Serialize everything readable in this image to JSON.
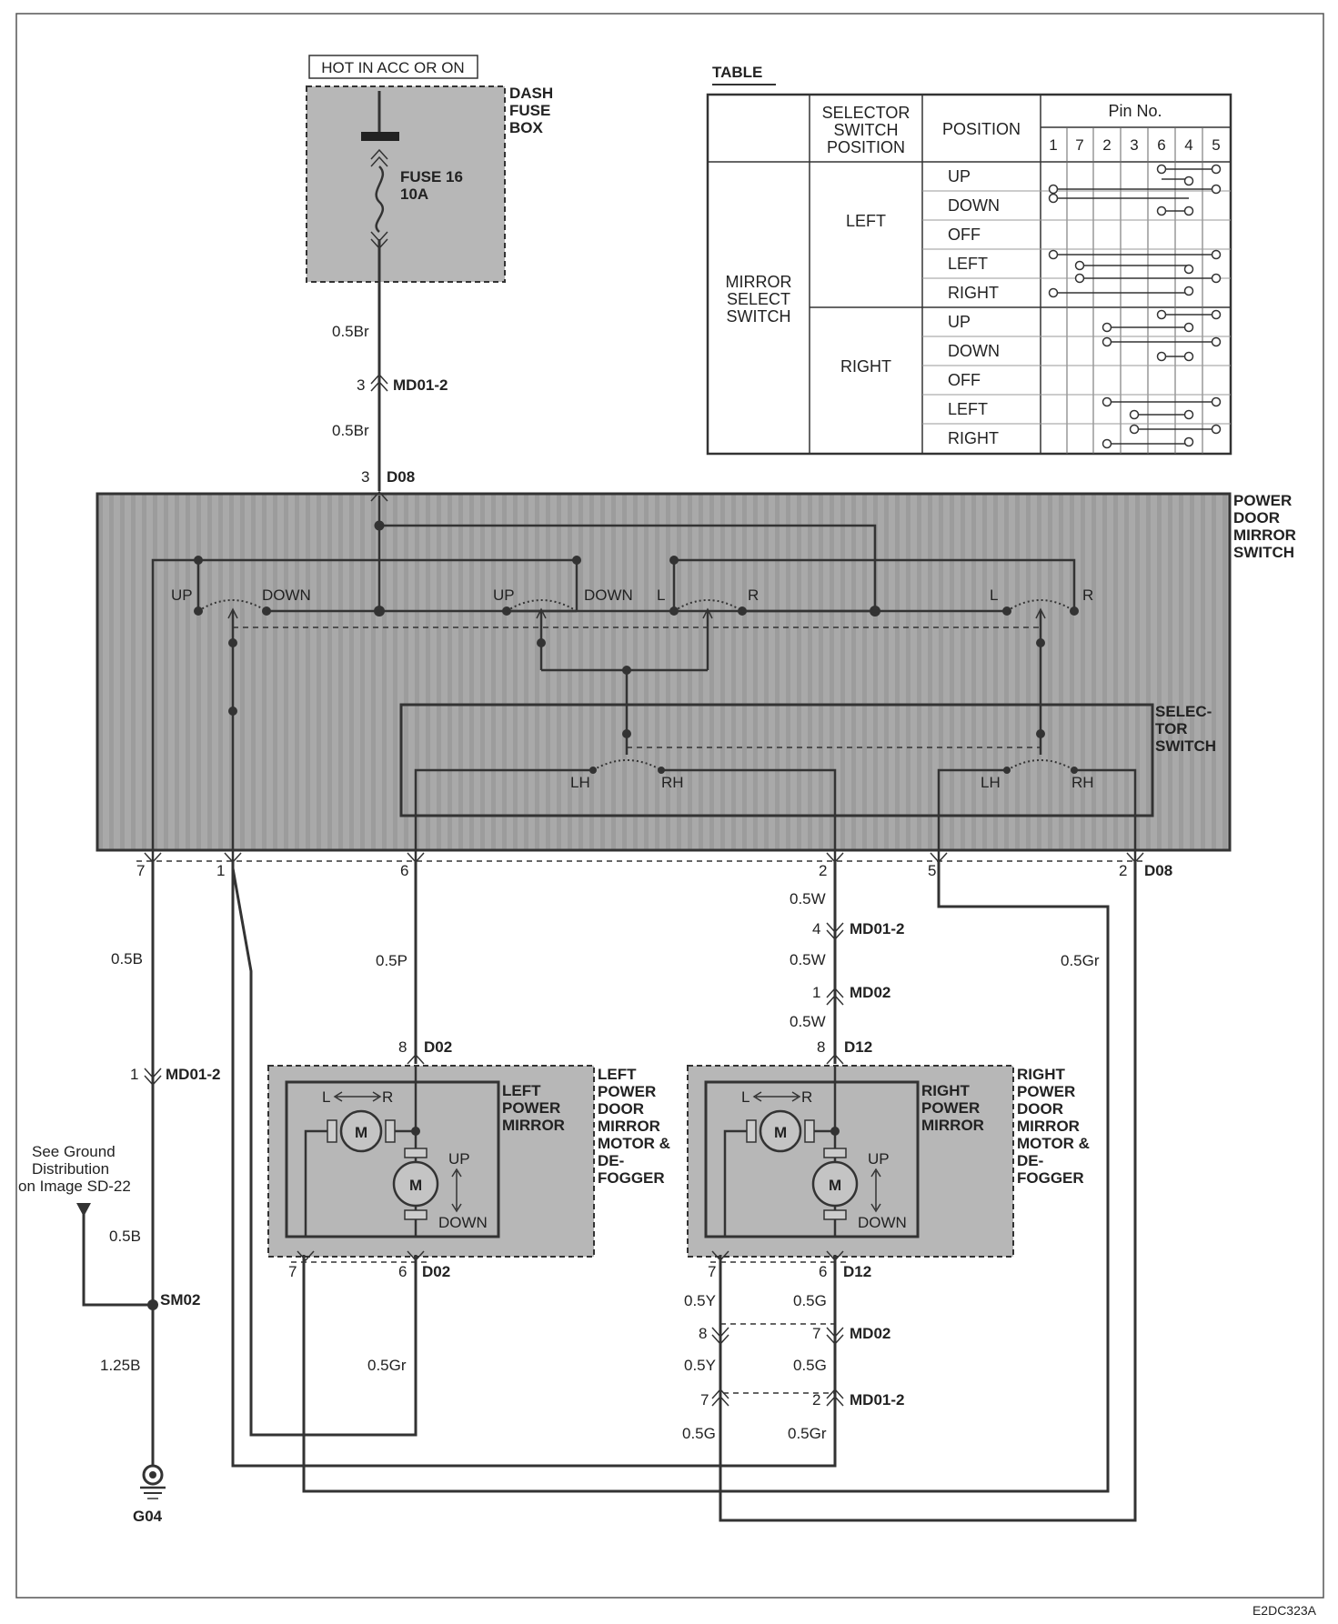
{
  "fuse_box": {
    "supply_label": "HOT IN ACC OR ON",
    "name_lines": [
      "DASH",
      "FUSE",
      "BOX"
    ],
    "fuse_lines": [
      "FUSE 16",
      "10A"
    ]
  },
  "table": {
    "title": "TABLE",
    "headers": {
      "selector": [
        "SELECTOR",
        "SWITCH",
        "POSITION"
      ],
      "position": "POSITION",
      "pin_no": "Pin No."
    },
    "pin_columns": [
      "1",
      "7",
      "2",
      "3",
      "6",
      "4",
      "5"
    ],
    "row_group_label": [
      "MIRROR",
      "SELECT",
      "SWITCH"
    ],
    "selector_groups": [
      "LEFT",
      "RIGHT"
    ],
    "positions": [
      "UP",
      "DOWN",
      "OFF",
      "LEFT",
      "RIGHT",
      "UP",
      "DOWN",
      "OFF",
      "LEFT",
      "RIGHT"
    ]
  },
  "power_door_mirror_switch": {
    "name_lines": [
      "POWER",
      "DOOR",
      "MIRROR",
      "SWITCH"
    ],
    "selector_lines": [
      "SELEC-",
      "TOR",
      "SWITCH"
    ],
    "contacts": {
      "up1": "UP",
      "down1": "DOWN",
      "up2": "UP",
      "down2": "DOWN",
      "l1": "L",
      "r1": "R",
      "l2": "L",
      "r2": "R",
      "lh1": "LH",
      "rh1": "RH",
      "lh2": "LH",
      "rh2": "RH"
    }
  },
  "connectors": {
    "md01_2_top": {
      "pin": "3",
      "name": "MD01-2"
    },
    "d08_top": {
      "pin": "3",
      "name": "D08"
    },
    "d08_bottom": {
      "pins": [
        "7",
        "1",
        "6",
        "2",
        "5",
        "2"
      ],
      "name": "D08"
    },
    "md01_2_a": {
      "pin": "4",
      "name": "MD01-2"
    },
    "md02_a": {
      "pin": "1",
      "name": "MD02"
    },
    "d12_top": {
      "pin": "8",
      "name": "D12"
    },
    "d02_top": {
      "pin": "8",
      "name": "D02"
    },
    "md01_2_left": {
      "pin": "1",
      "name": "MD01-2"
    },
    "d02_bottom": {
      "pin_a": "7",
      "pin_b": "6",
      "name": "D02"
    },
    "d12_bottom": {
      "pin_a": "7",
      "pin_b": "6",
      "name": "D12"
    },
    "md02_b": {
      "pin_a": "8",
      "pin_b": "7",
      "name": "MD02"
    },
    "md01_2_b": {
      "pin_a": "7",
      "pin_b": "2",
      "name": "MD01-2"
    }
  },
  "wires": {
    "br1": "0.5Br",
    "br2": "0.5Br",
    "b1": "0.5B",
    "b2": "0.5B",
    "b3": "1.25B",
    "p": "0.5P",
    "w1": "0.5W",
    "w2": "0.5W",
    "w3": "0.5W",
    "gr_right": "0.5Gr",
    "gr_left": "0.5Gr",
    "y1": "0.5Y",
    "y2": "0.5Y",
    "g1": "0.5G",
    "g2": "0.5G",
    "g3": "0.5G",
    "gr_bottom": "0.5Gr"
  },
  "left_mirror": {
    "inner_lines": [
      "LEFT",
      "POWER",
      "MIRROR"
    ],
    "outer_lines": [
      "LEFT",
      "POWER",
      "DOOR",
      "MIRROR",
      "MOTOR &",
      "DE-",
      "FOGGER"
    ],
    "lr": [
      "L",
      "R"
    ],
    "up": "UP",
    "down": "DOWN",
    "motor": "M"
  },
  "right_mirror": {
    "inner_lines": [
      "RIGHT",
      "POWER",
      "MIRROR"
    ],
    "outer_lines": [
      "RIGHT",
      "POWER",
      "DOOR",
      "MIRROR",
      "MOTOR &",
      "DE-",
      "FOGGER"
    ],
    "lr": [
      "L",
      "R"
    ],
    "up": "UP",
    "down": "DOWN",
    "motor": "M"
  },
  "ground": {
    "note_lines": [
      "See Ground",
      "Distribution",
      "on Image SD-22"
    ],
    "splice": "SM02",
    "name": "G04"
  },
  "figure_code": "E2DC323A"
}
